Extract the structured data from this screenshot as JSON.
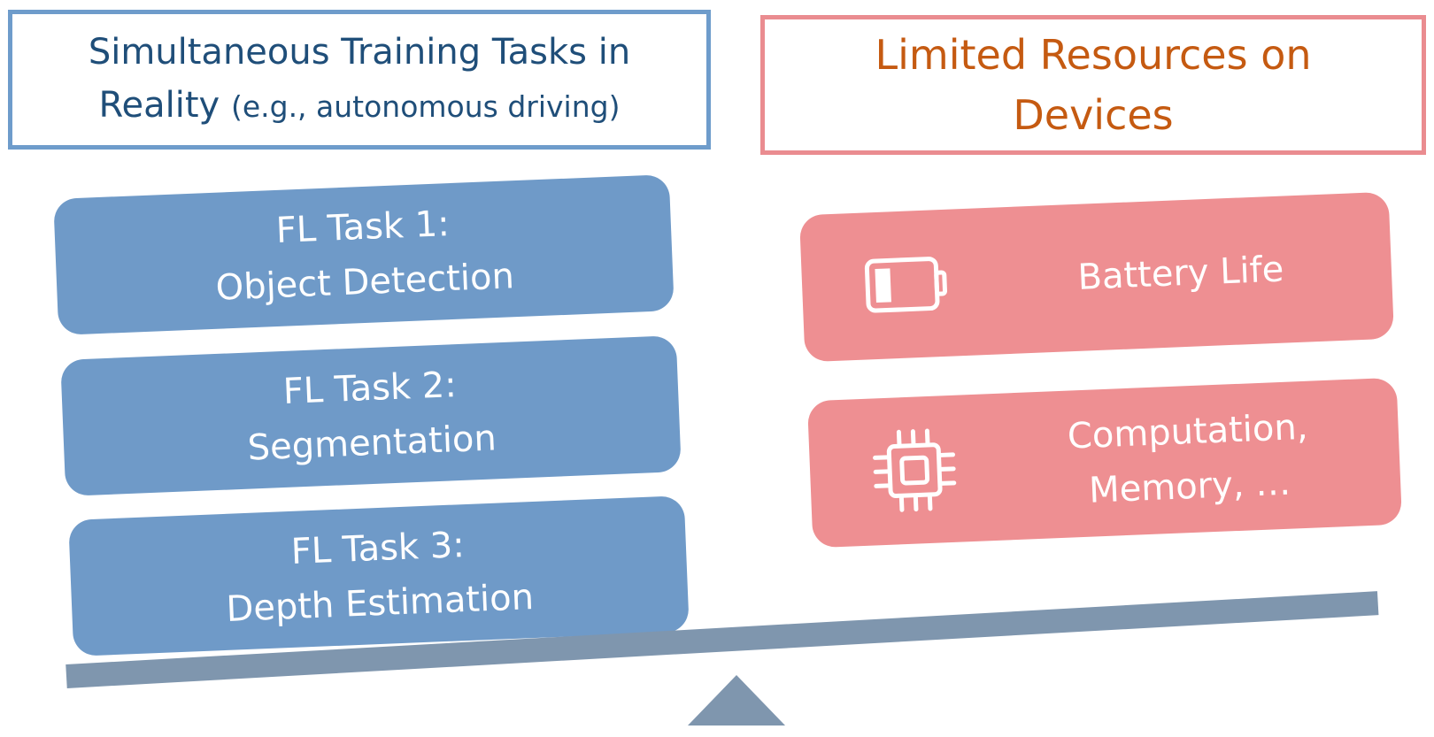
{
  "left_header": {
    "line1": "Simultaneous Training Tasks in",
    "line2_main": "Reality",
    "line2_note": "(e.g., autonomous driving)"
  },
  "right_header": {
    "line1": "Limited Resources on",
    "line2": "Devices"
  },
  "tasks": [
    {
      "title": "FL Task 1:",
      "name": "Object Detection"
    },
    {
      "title": "FL Task 2:",
      "name": "Segmentation"
    },
    {
      "title": "FL Task 3:",
      "name": "Depth Estimation"
    }
  ],
  "resources": [
    {
      "icon": "battery-low-icon",
      "label": "Battery Life"
    },
    {
      "icon": "chip-icon",
      "line1": "Computation,",
      "line2": "Memory, …"
    }
  ],
  "colors": {
    "task_fill": "#6f9ac8",
    "resource_fill": "#ee8f92",
    "left_text": "#1f4e79",
    "right_text": "#c55a11",
    "beam": "#7f96ae"
  }
}
